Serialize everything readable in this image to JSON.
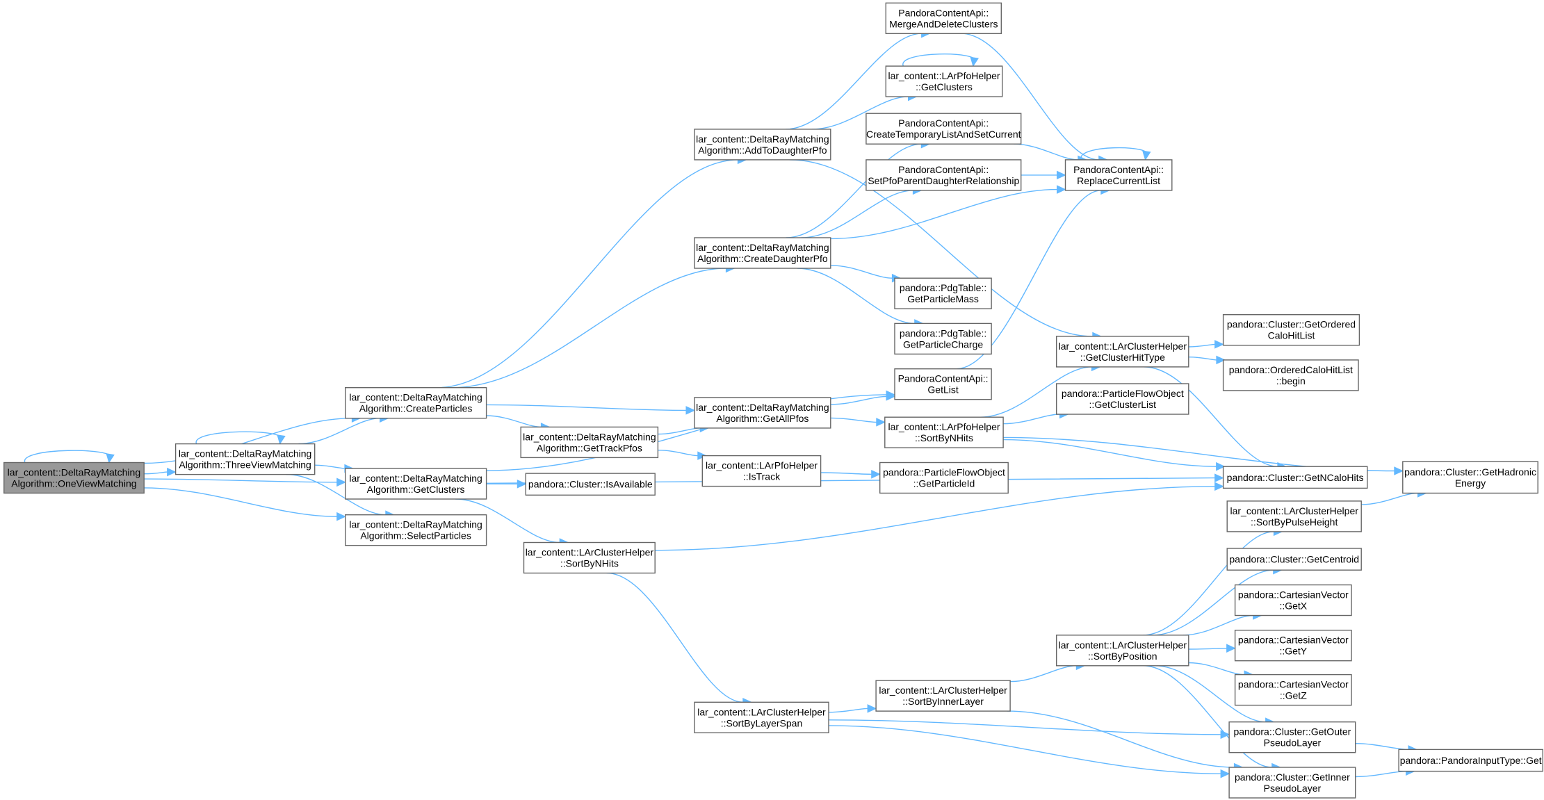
{
  "diagram": {
    "type": "call-graph",
    "edge_color": "#63b8ff",
    "node_border_color": "#666666",
    "root_fill_color": "#999999",
    "nodes": [
      {
        "id": "n0",
        "lines": [
          "lar_content::DeltaRayMatching",
          "Algorithm::OneViewMatching"
        ],
        "root": true
      },
      {
        "id": "n1",
        "lines": [
          "lar_content::DeltaRayMatching",
          "Algorithm::ThreeViewMatching"
        ]
      },
      {
        "id": "n2",
        "lines": [
          "lar_content::DeltaRayMatching",
          "Algorithm::CreateParticles"
        ]
      },
      {
        "id": "n3",
        "lines": [
          "lar_content::DeltaRayMatching",
          "Algorithm::GetClusters"
        ]
      },
      {
        "id": "n4",
        "lines": [
          "lar_content::DeltaRayMatching",
          "Algorithm::SelectParticles"
        ]
      },
      {
        "id": "n5",
        "lines": [
          "lar_content::DeltaRayMatching",
          "Algorithm::AddToDaughterPfo"
        ]
      },
      {
        "id": "n6",
        "lines": [
          "lar_content::DeltaRayMatching",
          "Algorithm::CreateDaughterPfo"
        ]
      },
      {
        "id": "n7",
        "lines": [
          "lar_content::DeltaRayMatching",
          "Algorithm::GetAllPfos"
        ]
      },
      {
        "id": "n8",
        "lines": [
          "lar_content::DeltaRayMatching",
          "Algorithm::GetTrackPfos"
        ]
      },
      {
        "id": "n9",
        "lines": [
          "pandora::Cluster::IsAvailable"
        ]
      },
      {
        "id": "n10",
        "lines": [
          "lar_content::LArClusterHelper",
          "::SortByNHits"
        ]
      },
      {
        "id": "n11",
        "lines": [
          "PandoraContentApi::",
          "MergeAndDeleteClusters"
        ]
      },
      {
        "id": "n12",
        "lines": [
          "lar_content::LArPfoHelper",
          "::GetClusters"
        ]
      },
      {
        "id": "n13",
        "lines": [
          "PandoraContentApi::",
          "CreateTemporaryListAndSetCurrent"
        ]
      },
      {
        "id": "n14",
        "lines": [
          "PandoraContentApi::",
          "SetPfoParentDaughterRelationship"
        ]
      },
      {
        "id": "n15",
        "lines": [
          "PandoraContentApi::",
          "ReplaceCurrentList"
        ]
      },
      {
        "id": "n16",
        "lines": [
          "pandora::PdgTable::",
          "GetParticleMass"
        ]
      },
      {
        "id": "n17",
        "lines": [
          "pandora::PdgTable::",
          "GetParticleCharge"
        ]
      },
      {
        "id": "n18",
        "lines": [
          "PandoraContentApi::",
          "GetList"
        ]
      },
      {
        "id": "n19",
        "lines": [
          "lar_content::LArPfoHelper",
          "::SortByNHits"
        ]
      },
      {
        "id": "n20",
        "lines": [
          "lar_content::LArPfoHelper",
          "::IsTrack"
        ]
      },
      {
        "id": "n21",
        "lines": [
          "pandora::ParticleFlowObject",
          "::GetParticleId"
        ]
      },
      {
        "id": "n22",
        "lines": [
          "lar_content::LArClusterHelper",
          "::GetClusterHitType"
        ]
      },
      {
        "id": "n23",
        "lines": [
          "pandora::ParticleFlowObject",
          "::GetClusterList"
        ]
      },
      {
        "id": "n24",
        "lines": [
          "pandora::Cluster::GetOrdered",
          "CaloHitList"
        ]
      },
      {
        "id": "n25",
        "lines": [
          "pandora::OrderedCaloHitList",
          "::begin"
        ]
      },
      {
        "id": "n26",
        "lines": [
          "pandora::Cluster::GetNCaloHits"
        ]
      },
      {
        "id": "n27",
        "lines": [
          "pandora::Cluster::GetHadronic",
          "Energy"
        ]
      },
      {
        "id": "n28",
        "lines": [
          "lar_content::LArClusterHelper",
          "::SortByPulseHeight"
        ]
      },
      {
        "id": "n29",
        "lines": [
          "pandora::Cluster::GetCentroid"
        ]
      },
      {
        "id": "n30",
        "lines": [
          "pandora::CartesianVector",
          "::GetX"
        ]
      },
      {
        "id": "n31",
        "lines": [
          "pandora::CartesianVector",
          "::GetY"
        ]
      },
      {
        "id": "n32",
        "lines": [
          "pandora::CartesianVector",
          "::GetZ"
        ]
      },
      {
        "id": "n33",
        "lines": [
          "lar_content::LArClusterHelper",
          "::SortByPosition"
        ]
      },
      {
        "id": "n34",
        "lines": [
          "lar_content::LArClusterHelper",
          "::SortByInnerLayer"
        ]
      },
      {
        "id": "n35",
        "lines": [
          "lar_content::LArClusterHelper",
          "::SortByLayerSpan"
        ]
      },
      {
        "id": "n36",
        "lines": [
          "pandora::Cluster::GetOuter",
          "PseudoLayer"
        ]
      },
      {
        "id": "n37",
        "lines": [
          "pandora::Cluster::GetInner",
          "PseudoLayer"
        ]
      },
      {
        "id": "n38",
        "lines": [
          "pandora::PandoraInputType::Get"
        ]
      }
    ],
    "edges": [
      [
        "n0",
        "n0"
      ],
      [
        "n0",
        "n1"
      ],
      [
        "n0",
        "n2"
      ],
      [
        "n0",
        "n3"
      ],
      [
        "n0",
        "n4"
      ],
      [
        "n1",
        "n1"
      ],
      [
        "n1",
        "n2"
      ],
      [
        "n1",
        "n3"
      ],
      [
        "n1",
        "n4"
      ],
      [
        "n2",
        "n5"
      ],
      [
        "n2",
        "n6"
      ],
      [
        "n2",
        "n7"
      ],
      [
        "n2",
        "n8"
      ],
      [
        "n3",
        "n9"
      ],
      [
        "n3",
        "n10"
      ],
      [
        "n3",
        "n18"
      ],
      [
        "n3",
        "n26"
      ],
      [
        "n5",
        "n11"
      ],
      [
        "n5",
        "n12"
      ],
      [
        "n5",
        "n22"
      ],
      [
        "n6",
        "n13"
      ],
      [
        "n6",
        "n14"
      ],
      [
        "n6",
        "n15"
      ],
      [
        "n6",
        "n16"
      ],
      [
        "n6",
        "n17"
      ],
      [
        "n7",
        "n18"
      ],
      [
        "n7",
        "n19"
      ],
      [
        "n8",
        "n7"
      ],
      [
        "n8",
        "n20"
      ],
      [
        "n10",
        "n26"
      ],
      [
        "n10",
        "n35"
      ],
      [
        "n11",
        "n15"
      ],
      [
        "n12",
        "n12"
      ],
      [
        "n13",
        "n15"
      ],
      [
        "n14",
        "n15"
      ],
      [
        "n15",
        "n15"
      ],
      [
        "n18",
        "n15"
      ],
      [
        "n19",
        "n22"
      ],
      [
        "n19",
        "n23"
      ],
      [
        "n19",
        "n26"
      ],
      [
        "n19",
        "n27"
      ],
      [
        "n20",
        "n21"
      ],
      [
        "n22",
        "n24"
      ],
      [
        "n22",
        "n25"
      ],
      [
        "n22",
        "n26"
      ],
      [
        "n28",
        "n27"
      ],
      [
        "n33",
        "n28"
      ],
      [
        "n33",
        "n29"
      ],
      [
        "n33",
        "n30"
      ],
      [
        "n33",
        "n31"
      ],
      [
        "n33",
        "n32"
      ],
      [
        "n33",
        "n36"
      ],
      [
        "n33",
        "n37"
      ],
      [
        "n34",
        "n33"
      ],
      [
        "n34",
        "n37"
      ],
      [
        "n35",
        "n34"
      ],
      [
        "n35",
        "n36"
      ],
      [
        "n35",
        "n37"
      ],
      [
        "n36",
        "n38"
      ],
      [
        "n37",
        "n38"
      ]
    ]
  }
}
